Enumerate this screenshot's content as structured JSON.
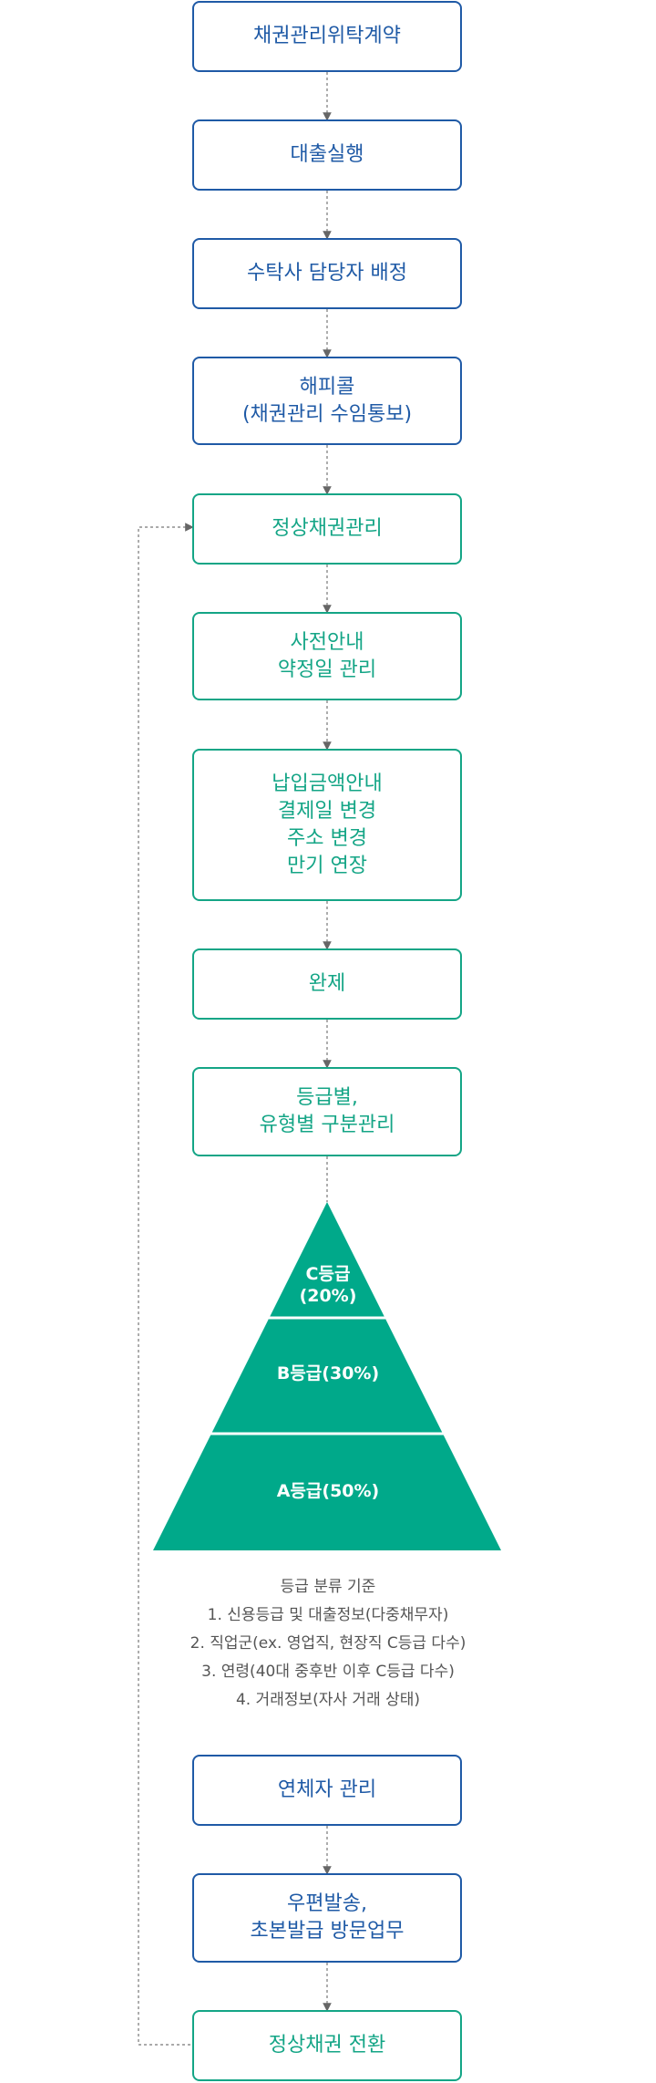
{
  "steps": {
    "s1": {
      "lines": [
        "채권관리위탁계약"
      ]
    },
    "s2": {
      "lines": [
        "대출실행"
      ]
    },
    "s3": {
      "lines": [
        "수탁사 담당자 배정"
      ]
    },
    "s4": {
      "lines": [
        "해피콜",
        "(채권관리 수임통보)"
      ]
    },
    "s5": {
      "lines": [
        "정상채권관리"
      ]
    },
    "s6": {
      "lines": [
        "사전안내",
        "약정일 관리"
      ]
    },
    "s7": {
      "lines": [
        "납입금액안내",
        "결제일 변경",
        "주소 변경",
        "만기 연장"
      ]
    },
    "s8": {
      "lines": [
        "완제"
      ]
    },
    "s9": {
      "lines": [
        "등급별,",
        "유형별 구분관리"
      ]
    },
    "s10": {
      "lines": [
        "연체자 관리"
      ]
    },
    "s11": {
      "lines": [
        "우편발송,",
        "초본발급 방문업무"
      ]
    },
    "s12": {
      "lines": [
        "정상채권 전환"
      ]
    }
  },
  "pyramid": {
    "c_grade": {
      "line1": "C등급",
      "line2": "(20%)"
    },
    "b_grade": "B등급(30%)",
    "a_grade": "A등급(50%)"
  },
  "criteria": {
    "title": "등급 분류 기준",
    "items": [
      "1. 신용등급 및 대출정보(다중채무자)",
      "2. 직업군(ex. 영업직, 현장직 C등급 다수)",
      "3. 연령(40대 중후반 이후 C등급 다수)",
      "4. 거래정보(자사 거래 상태)"
    ]
  },
  "colors": {
    "blue": "#1f5aa6",
    "green": "#14a586",
    "pyramid_fill": "#00a98a",
    "connector": "#666666"
  }
}
